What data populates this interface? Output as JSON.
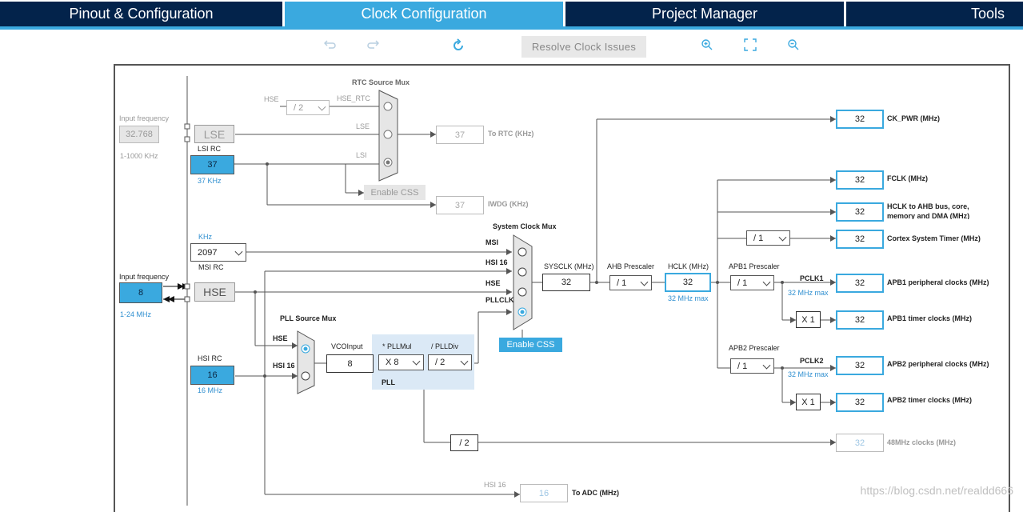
{
  "tabs": [
    {
      "label": "Pinout & Configuration"
    },
    {
      "label": "Clock Configuration"
    },
    {
      "label": "Project Manager"
    },
    {
      "label": "Tools"
    }
  ],
  "toolbar": {
    "undo_icon": "undo-icon",
    "redo_icon": "redo-icon",
    "refresh_icon": "refresh-icon",
    "resolve_label": "Resolve Clock Issues",
    "zoom_in_icon": "zoom-in-icon",
    "fit_icon": "fit-screen-icon",
    "zoom_out_icon": "zoom-out-icon"
  },
  "colors": {
    "navy": "#03234b",
    "accent": "#3aa9df"
  },
  "lse": {
    "input_freq_label": "Input frequency",
    "input_freq_value": "32.768",
    "range": "1-1000 KHz",
    "label": "LSE"
  },
  "lsi": {
    "label": "LSI RC",
    "value": "37",
    "unit": "37 KHz"
  },
  "rtc_mux": {
    "title": "RTC Source Mux",
    "hse_label": "HSE",
    "div_value": "/ 2",
    "hse_rtc_label": "HSE_RTC",
    "lse_label": "LSE",
    "lsi_label": "LSI",
    "to_rtc_value": "37",
    "to_rtc_label": "To RTC (KHz)",
    "enable_css": "Enable CSS",
    "iwdg_value": "37",
    "iwdg_label": "IWDG (KHz)"
  },
  "msi": {
    "unit_label": "KHz",
    "value": "2097",
    "label": "MSI RC"
  },
  "hse": {
    "input_freq_label": "Input frequency",
    "input_freq_value": "8",
    "range": "1-24 MHz",
    "label": "HSE"
  },
  "hsi": {
    "label": "HSI RC",
    "value": "16",
    "unit": "16 MHz"
  },
  "pll": {
    "source_mux_title": "PLL Source Mux",
    "hse_label": "HSE",
    "hsi16_label": "HSI 16",
    "vco_label": "VCOInput",
    "vco_value": "8",
    "mul_label": "* PLLMul",
    "mul_value": "X 8",
    "div_label": "/ PLLDiv",
    "div_value": "/ 2",
    "pll_label": "PLL"
  },
  "sys_mux": {
    "title": "System Clock Mux",
    "msi_label": "MSI",
    "hsi16_label": "HSI 16",
    "hse_label": "HSE",
    "pllclk_label": "PLLCLK",
    "enable_css": "Enable CSS"
  },
  "sysclk": {
    "label": "SYSCLK (MHz)",
    "value": "32"
  },
  "ahb": {
    "label": "AHB Prescaler",
    "value": "/ 1"
  },
  "hclk": {
    "label": "HCLK (MHz)",
    "value": "32",
    "max": "32 MHz max"
  },
  "apb1": {
    "label": "APB1 Prescaler",
    "value": "/ 1",
    "pclk_label": "PCLK1",
    "pclk_max": "32 MHz max",
    "timer_mul": "X 1"
  },
  "apb2": {
    "label": "APB2 Prescaler",
    "value": "/ 1",
    "pclk_label": "PCLK2",
    "pclk_max": "32 MHz max",
    "timer_mul": "X 1"
  },
  "cortex_div": "/ 1",
  "usb_div": "/ 2",
  "adc_hsi_label": "HSI 16",
  "outputs": {
    "ck_pwr": {
      "value": "32",
      "label": "CK_PWR (MHz)"
    },
    "fclk": {
      "value": "32",
      "label": "FCLK (MHz)"
    },
    "hclk_ahb": {
      "value": "32",
      "label": "HCLK to AHB bus, core,",
      "label2": "memory and DMA (MHz)"
    },
    "cortex_timer": {
      "value": "32",
      "label": "Cortex System Timer (MHz)"
    },
    "apb1_periph": {
      "value": "32",
      "label": "APB1 peripheral clocks (MHz)"
    },
    "apb1_timer": {
      "value": "32",
      "label": "APB1 timer clocks (MHz)"
    },
    "apb2_periph": {
      "value": "32",
      "label": "APB2 peripheral clocks (MHz)"
    },
    "apb2_timer": {
      "value": "32",
      "label": "APB2 timer clocks (MHz)"
    },
    "usb48": {
      "value": "32",
      "label": "48MHz clocks (MHz)"
    },
    "adc": {
      "value": "16",
      "label": "To ADC (MHz)"
    }
  },
  "watermark": "https://blog.csdn.net/realdd666"
}
